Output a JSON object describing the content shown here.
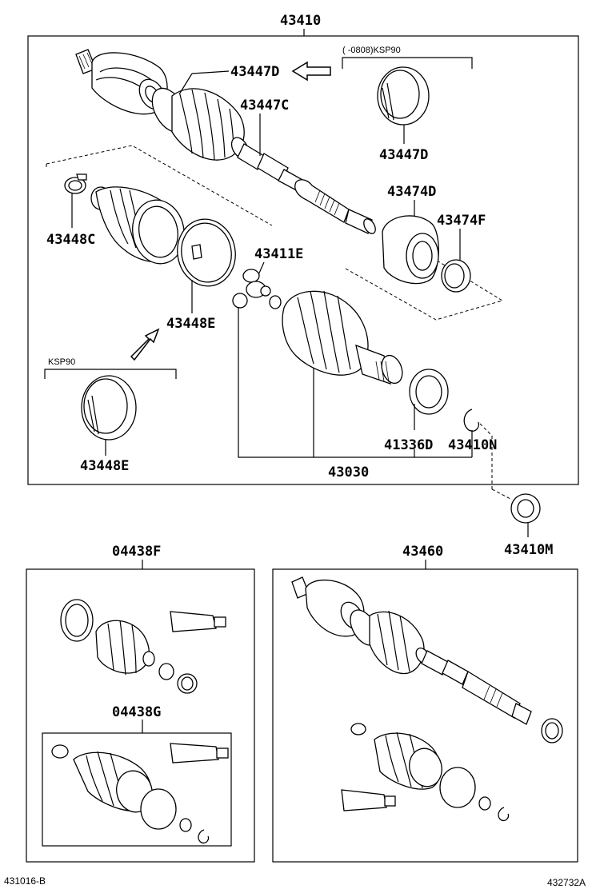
{
  "labels": {
    "assembly": "43410",
    "outer_band_d1": "43447D",
    "outer_boot_c": "43447C",
    "ksp_note_top": "(     -0808)KSP90",
    "outer_band_d2": "43447D",
    "damper_d": "43474D",
    "damper_f": "43474F",
    "clamp_c": "43448C",
    "tripod": "43411E",
    "inner_band_e1": "43448E",
    "ksp_note_left": "KSP90",
    "inner_band_e2": "43448E",
    "inner_joint": "43030",
    "seal": "41336D",
    "snap_ring_n": "43410N",
    "seal_m": "43410M",
    "kit_f": "04438F",
    "kit_g": "04438G",
    "assembly_2": "43460"
  },
  "footer": {
    "left_code": "431016-B",
    "right_code": "432732A"
  }
}
